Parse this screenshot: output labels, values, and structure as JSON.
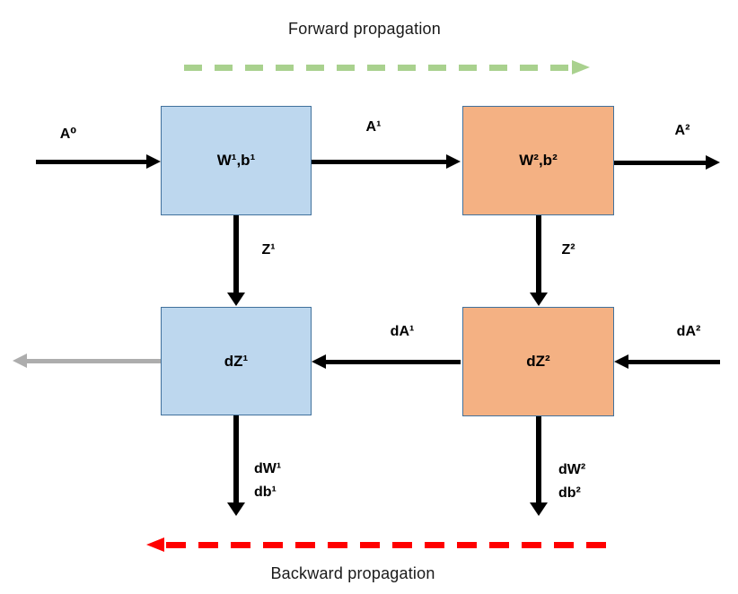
{
  "diagram": {
    "forward_title": "Forward propagation",
    "backward_title": "Backward propagation",
    "boxes": {
      "wb1": "W¹,b¹",
      "wb2": "W²,b²",
      "dz1": "dZ¹",
      "dz2": "dZ²"
    },
    "labels": {
      "a0": "A⁰",
      "a1": "A¹",
      "a2": "A²",
      "z1": "Z¹",
      "z2": "Z²",
      "da1": "dA¹",
      "da2": "dA²",
      "dw1": "dW¹",
      "db1": "db¹",
      "dw2": "dW²",
      "db2": "db²"
    },
    "colors": {
      "blue_box_fill": "#BDD7EE",
      "orange_box_fill": "#F4B183",
      "box_border": "#41719C",
      "forward_arrow_green": "#A9D18E",
      "backward_arrow_red": "#FF0000",
      "faded_arrow_gray": "#ADADAD",
      "arrow_black": "#000000"
    }
  }
}
